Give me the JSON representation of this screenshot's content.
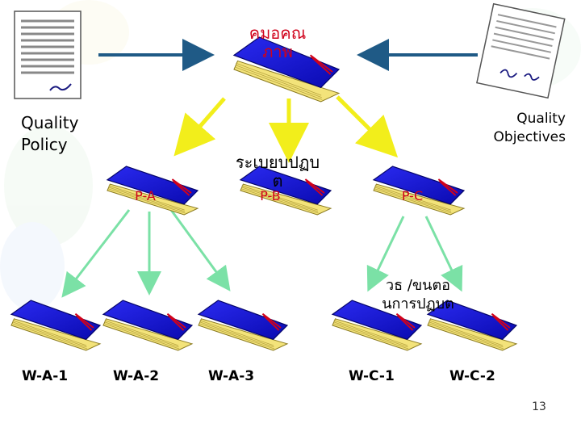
{
  "title_book": {
    "line1": "คมอคณ",
    "line2": "ภาพ"
  },
  "quality_policy": {
    "line1": "Quality",
    "line2": "Policy"
  },
  "quality_objectives": {
    "line1": "Quality",
    "line2": "Objectives"
  },
  "procedure_caption": {
    "line1": "ระเบยบปฏบ",
    "line2": "ต"
  },
  "procedures": [
    "P-A",
    "P-B",
    "P-C"
  ],
  "work_instruction_caption": {
    "line1": "วธ   /ขนตอ",
    "line2": "นการปฏบต"
  },
  "work_instructions": [
    "W-A-1",
    "W-A-2",
    "W-A-3",
    "W-C-1",
    "W-C-2"
  ],
  "page_number": "13",
  "colors": {
    "book_cover": "#1010d8",
    "book_spine_stripe": "#d0021b",
    "book_pages": "#f3e37a",
    "arrow_blue": "#1f5a86",
    "arrow_yellow": "#f2ee1b",
    "arrow_green": "#7be1a6",
    "label_red": "#d0021b"
  },
  "icons": {
    "policy_document": "lined-document-with-signature-icon",
    "objectives_document": "tilted-document-with-signatures-icon"
  }
}
